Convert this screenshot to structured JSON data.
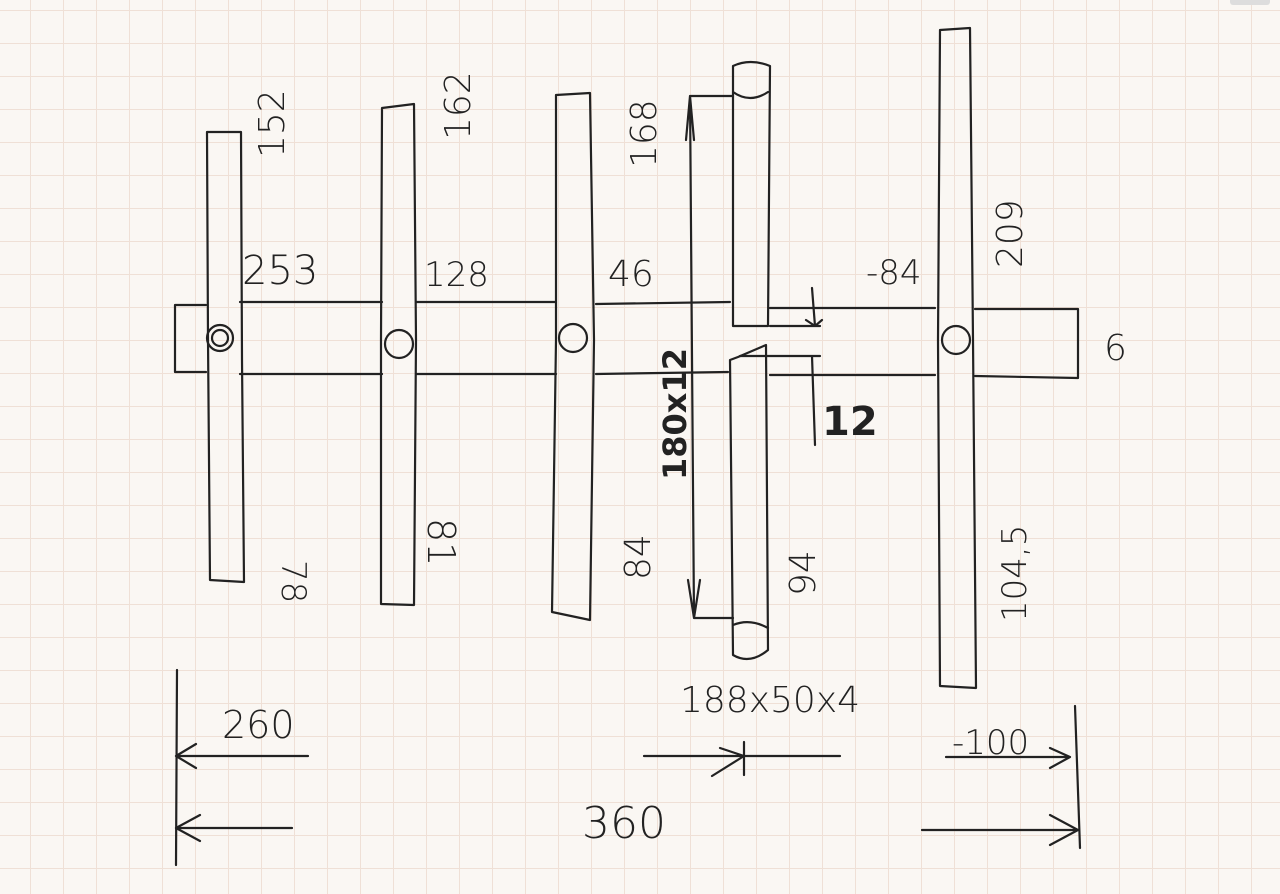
{
  "labels": {
    "shaft1_top": "152",
    "shaft2_top": "162",
    "shaft3_top": "168",
    "shaft5_top": "209",
    "span1": "253",
    "span2": "128",
    "span3": "46",
    "span4": "-84",
    "end_height": "6",
    "gap": "12",
    "vertical_dim": "180x12",
    "shaft1_bottom": "78",
    "shaft2_bottom": "81",
    "shaft3_bottom": "84",
    "shaft4_bottom": "94",
    "shaft5_bottom": "104,5",
    "beam_spec": "188x50x4",
    "left_offset": "260",
    "right_offset": "-100",
    "total_width": "360"
  }
}
